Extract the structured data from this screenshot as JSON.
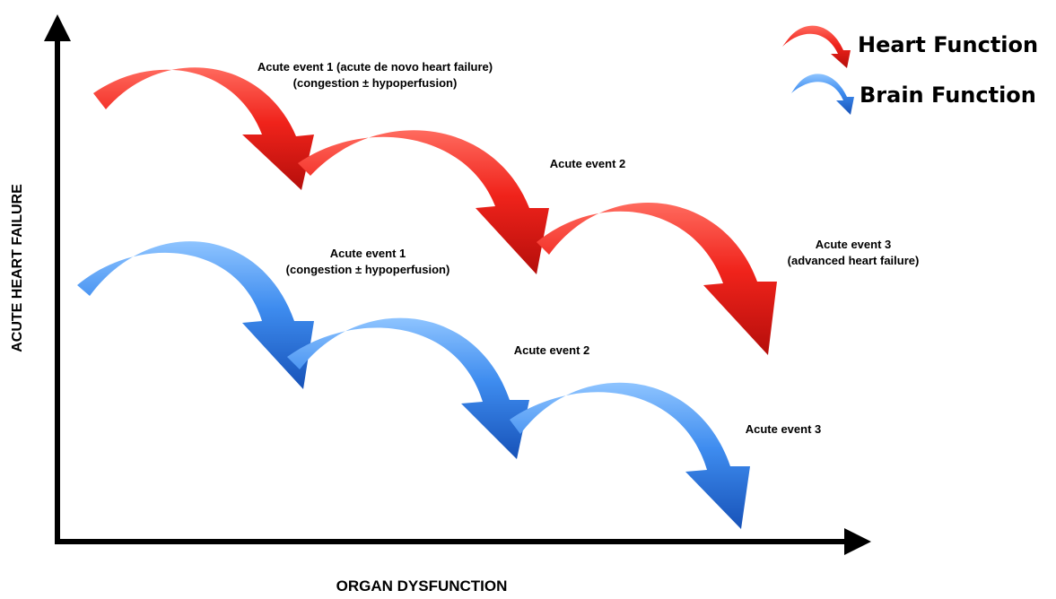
{
  "axes": {
    "x_label": "ORGAN DYSFUNCTION",
    "y_label": "ACUTE HEART FAILURE"
  },
  "legend": [
    {
      "label": "Heart Function",
      "color": "#e8201c"
    },
    {
      "label": "Brain Function",
      "color": "#2d7fe6"
    }
  ],
  "heart_events": [
    {
      "line1": "Acute event 1 (acute de novo heart failure)",
      "line2": "(congestion ± hypoperfusion)"
    },
    {
      "line1": "Acute event 2",
      "line2": ""
    },
    {
      "line1": "Acute event 3",
      "line2": "(advanced heart failure)"
    }
  ],
  "brain_events": [
    {
      "line1": "Acute event 1",
      "line2": "(congestion ± hypoperfusion)"
    },
    {
      "line1": "Acute event 2",
      "line2": ""
    },
    {
      "line1": "Acute event 3",
      "line2": ""
    }
  ]
}
